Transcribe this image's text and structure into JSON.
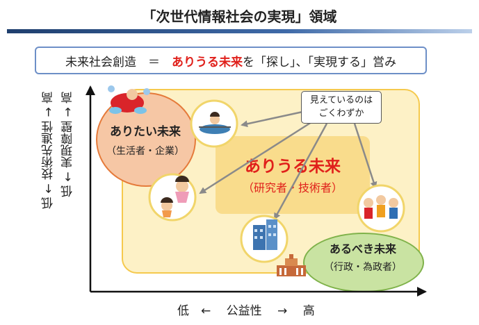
{
  "title": "「次世代情報社会の実現」領域",
  "definition": {
    "left": "未来社会創造　＝　",
    "highlight": "ありうる未来",
    "right": "を「探し」、「実現する」営み"
  },
  "possible_future": {
    "title": "ありうる未来",
    "sub": "（研究者・技術者）"
  },
  "desired_future": {
    "title": "ありたい未来",
    "sub": "（生活者・企業）"
  },
  "ought_future": {
    "title": "あるべき未来",
    "sub": "（行政・為政者）"
  },
  "callout": {
    "line1": "見えているのは",
    "line2": "ごくわずか"
  },
  "x_axis": {
    "text": "低　←　 公益性 　→　 高"
  },
  "y_axis": {
    "label1": "低 ← 技術先進性 → 高",
    "label2": "低 ← 実現障壁 → 高"
  },
  "colors": {
    "accent_red": "#e0201b",
    "orange_circle": "#f6c7a5",
    "green_circle": "#c9e3a2",
    "yellow_area": "#fdf1c6",
    "definition_border": "#6d8fc7"
  }
}
